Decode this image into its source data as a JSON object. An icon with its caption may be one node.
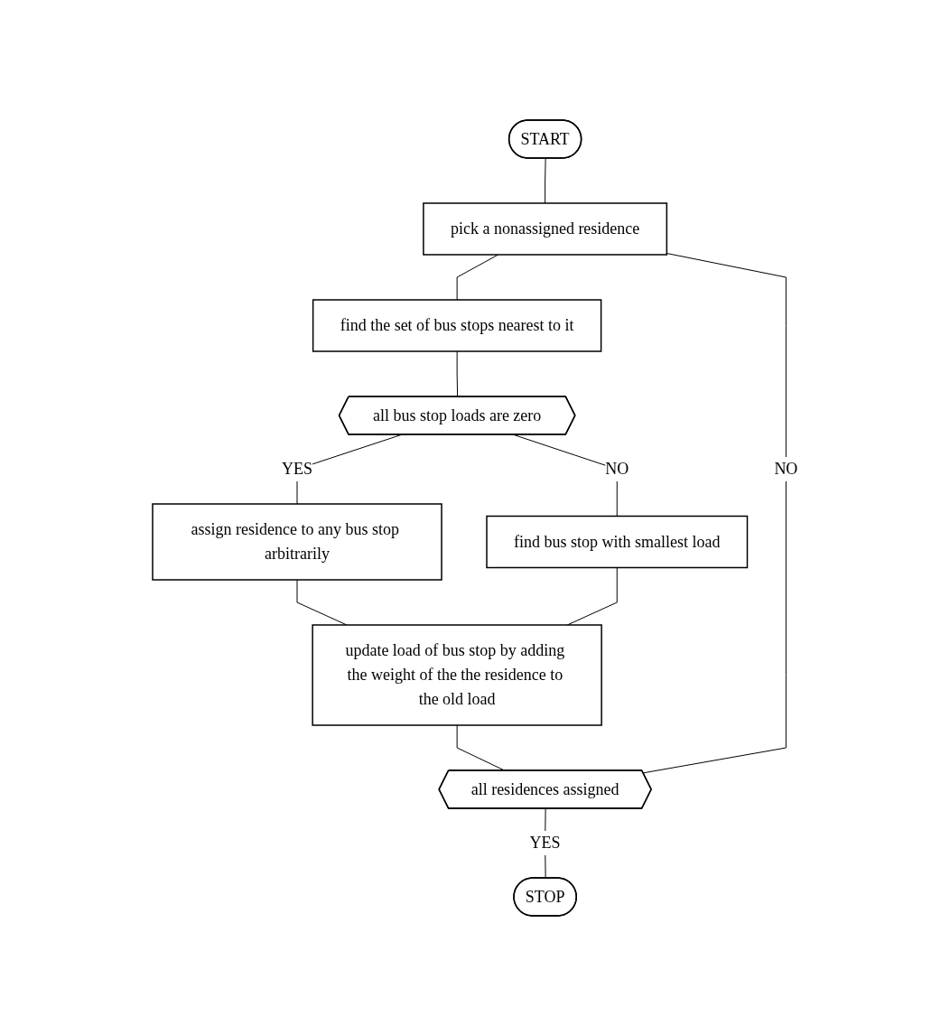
{
  "diagram": {
    "nodes": [
      {
        "text": [
          "START"
        ]
      },
      {
        "text": [
          "pick a nonassigned residence"
        ]
      },
      {
        "text": [
          "find the set of bus stops nearest to it"
        ]
      },
      {
        "text": [
          "all bus stop loads are zero"
        ]
      },
      {
        "text": [
          "assign residence to any bus stop arbitrarily"
        ]
      },
      {
        "text": [
          "find bus stop with smallest load"
        ]
      },
      {
        "text": [
          "update load of bus stop by adding the weight of the the residence to the old load"
        ]
      },
      {
        "text": [
          "all residences assigned"
        ]
      },
      {
        "text": [
          "STOP"
        ]
      }
    ],
    "edges": [
      {
        "from": 0,
        "to": 1,
        "arrow": "none"
      },
      {
        "from": 1,
        "to": 2,
        "arrow": "none"
      },
      {
        "from": 2,
        "to": 3,
        "arrow": "none"
      },
      {
        "from": 3,
        "to": 4,
        "arrow": "none",
        "label": "YES"
      },
      {
        "from": 3,
        "to": 5,
        "arrow": "none",
        "label": "NO"
      },
      {
        "from": 4,
        "to": 6,
        "arrow": "none"
      },
      {
        "from": 5,
        "to": 6,
        "arrow": "none"
      },
      {
        "from": 6,
        "to": 7,
        "arrow": "none"
      },
      {
        "from": 7,
        "to": 8,
        "arrow": "none",
        "label": "YES"
      },
      {
        "from": 7,
        "to": 1,
        "arrow": "none",
        "label": "NO"
      }
    ]
  }
}
